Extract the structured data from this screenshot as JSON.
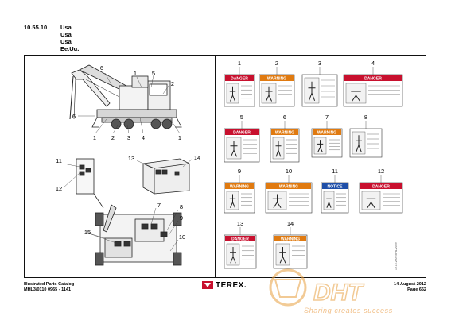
{
  "header": {
    "section_code": "10.55.10",
    "languages": [
      "Usa",
      "Usa",
      "Usa",
      "Ee.Uu."
    ]
  },
  "left_panel": {
    "machine_callouts": [
      "6",
      "1",
      "5",
      "2",
      "6",
      "1",
      "2",
      "3",
      "4",
      "1"
    ],
    "cab_callouts": [
      "11",
      "12"
    ],
    "block_callouts": [
      "13",
      "14"
    ],
    "top_view_callouts": [
      "7",
      "8",
      "9",
      "15",
      "10"
    ]
  },
  "right_panel": {
    "decals": [
      {
        "number": "1",
        "type": "DANGER"
      },
      {
        "number": "2",
        "type": "WARNING"
      },
      {
        "number": "3",
        "type": "pictogram"
      },
      {
        "number": "4",
        "type": "DANGER"
      },
      {
        "number": "5",
        "type": "DANGER"
      },
      {
        "number": "6",
        "type": "WARNING"
      },
      {
        "number": "7",
        "type": "WARNING"
      },
      {
        "number": "8",
        "type": "pictogram"
      },
      {
        "number": "9",
        "type": "WARNING"
      },
      {
        "number": "10",
        "type": "WARNING"
      },
      {
        "number": "11",
        "type": "NOTICE"
      },
      {
        "number": "12",
        "type": "DANGER"
      },
      {
        "number": "13",
        "type": "DANGER"
      },
      {
        "number": "14",
        "type": "WARNING"
      }
    ],
    "vertical_note": "19.10.2009 MHL/2009"
  },
  "footer": {
    "catalog_title": "Illustrated Parts Catalog",
    "catalog_code": "MHL3/0110 0965 - 1141",
    "brand": "TEREX.",
    "date": "14-August-2012",
    "page": "Page 662"
  },
  "watermark": {
    "text": "Sharing creates success"
  },
  "colors": {
    "danger": "#c8102e",
    "warning": "#e07a10",
    "notice": "#1f4fa8",
    "watermark": "#e8a040"
  }
}
